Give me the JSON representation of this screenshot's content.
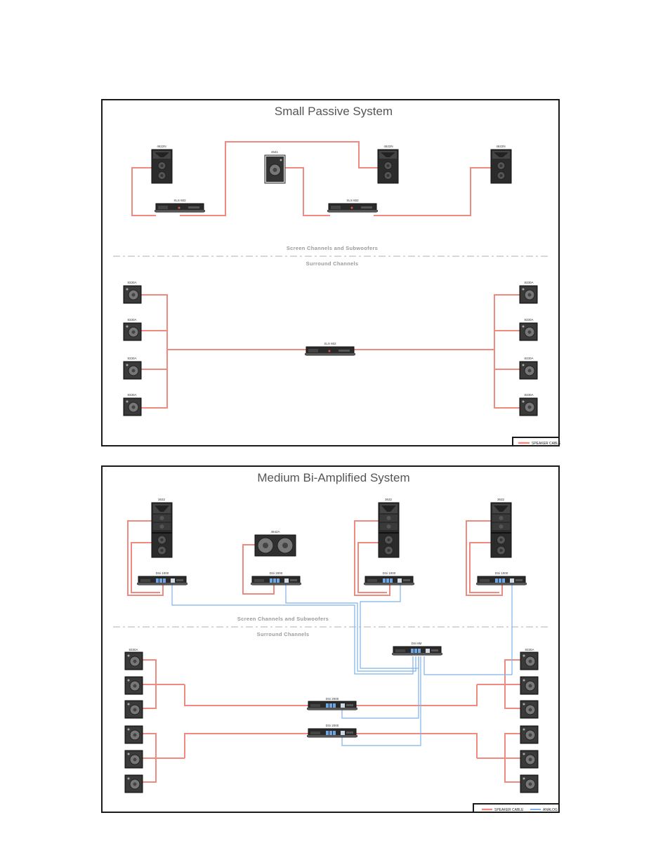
{
  "top_diagram": {
    "title": "Small Passive System",
    "speakers_top": [
      "4622N",
      "4641",
      "4622N",
      "4622N"
    ],
    "amplifiers_top": [
      "XLS 602",
      "XLS 602"
    ],
    "section_upper": "Screen Channels and Subwoofers",
    "section_lower": "Surround Channels",
    "surround_left": [
      "8330A",
      "8330A",
      "8330A",
      "8330A"
    ],
    "surround_right": [
      "8330A",
      "8330A",
      "8330A",
      "8330A"
    ],
    "amplifier_surround": "XLS 602",
    "legend_speaker": "SPEAKER CABLE"
  },
  "bottom_diagram": {
    "title": "Medium Bi-Amplified System",
    "speakers_top": [
      "3632",
      "4642A",
      "3632",
      "3632"
    ],
    "amplifiers_top": [
      "DSi 1000",
      "DSi 2000",
      "DSi 1000",
      "DSi 1000"
    ],
    "section_upper": "Screen Channels and Subwoofers",
    "section_lower": "Surround Channels",
    "processor": "DSi 8M",
    "surround_left_label": "8330A",
    "surround_right_label": "8330A",
    "amplifiers_surround": [
      "DSi 2000",
      "DSi 2000"
    ],
    "legend_speaker": "SPEAKER CABLE",
    "legend_analog": "ANALOG"
  },
  "colors": {
    "speaker_cable": "#f08a80",
    "analog": "#7fb2e8",
    "frame": "#1a1a1a"
  }
}
